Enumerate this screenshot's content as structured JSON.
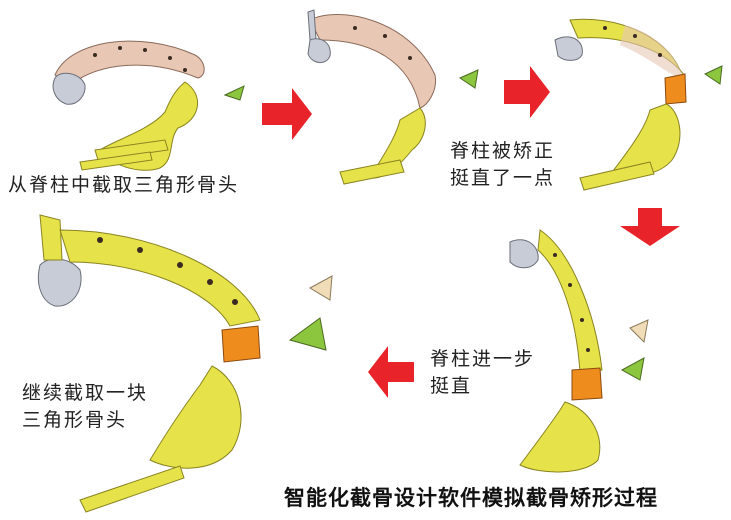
{
  "stages": [
    {
      "caption": "从脊柱中截取三角形骨头"
    },
    {
      "caption": ""
    },
    {
      "caption": "脊柱被矫正\n挺直了一点"
    },
    {
      "caption": "脊柱进一步\n挺直"
    },
    {
      "caption": "继续截取一块\n三角形骨头"
    }
  ],
  "title": "智能化截骨设计软件模拟截骨矫形过程",
  "colors": {
    "arrow": "#e8242a",
    "spine_upper_pink": "#e8c8b4",
    "spine_yellow": "#e6e24a",
    "wedge_orange": "#ef8c1e",
    "wedge_green": "#8cc63f",
    "wedge_beige": "#f0dcb6",
    "skull_grey": "#c8ccd6"
  },
  "icons": [
    "arrow-right-icon",
    "arrow-down-icon",
    "arrow-left-icon"
  ]
}
